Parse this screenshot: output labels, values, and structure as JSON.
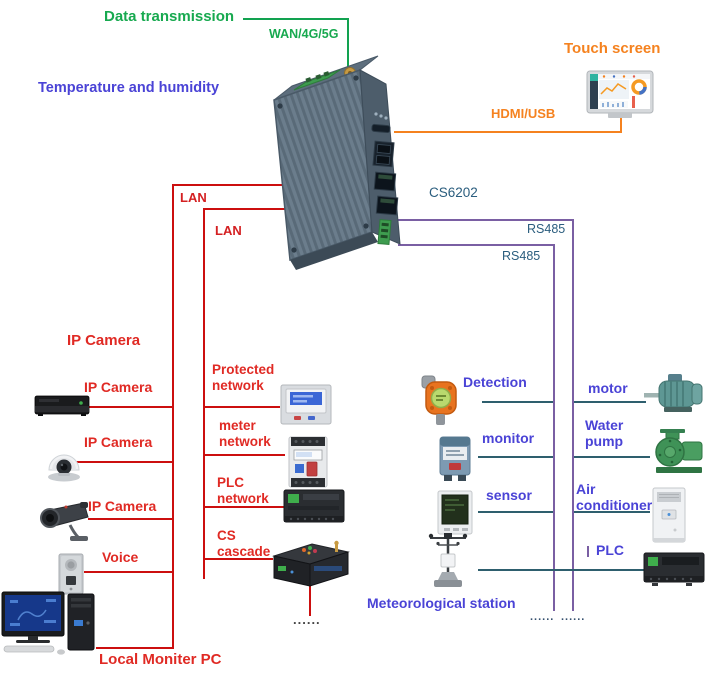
{
  "colors": {
    "red_label": "#e02a24",
    "red_line": "#cc0f0f",
    "green": "#17a94f",
    "orange": "#f5821f",
    "blue_label": "#4a43d6",
    "steel_blue": "#2a5d7e",
    "purple_line": "#7a5fa3",
    "teal_line": "#2e5f6e"
  },
  "header": {
    "data_transmission": "Data transmission",
    "wan_link": "WAN/4G/5G",
    "temperature_humidity": "Temperature and humidity",
    "touch_screen": "Touch screen",
    "hdmi_link": "HDMI/USB",
    "device_model": "CS6202"
  },
  "links": {
    "lan_1": "LAN",
    "lan_2": "LAN",
    "rs485_1": "RS485",
    "rs485_2": "RS485"
  },
  "camera_column": {
    "header": "IP Camera",
    "items": [
      {
        "label": "IP Camera",
        "device": "nvr"
      },
      {
        "label": "IP Camera",
        "device": "dome-camera"
      },
      {
        "label": "IP Camera",
        "device": "bullet-camera"
      },
      {
        "label": "Voice",
        "device": "door-intercom"
      },
      {
        "label": "Local Moniter PC",
        "device": "desktop-pc"
      }
    ]
  },
  "network_column": {
    "items": [
      {
        "label": "Protected\nnetwork",
        "device": "protection-relay"
      },
      {
        "label": "meter\nnetwork",
        "device": "energy-meter"
      },
      {
        "label": "PLC\nnetwork",
        "device": "plc-module"
      },
      {
        "label": "CS\ncascade",
        "device": "cascade-gateway"
      }
    ],
    "ellipsis": "......"
  },
  "sensor_column": {
    "items": [
      {
        "label": "Detection",
        "device": "gas-detector"
      },
      {
        "label": "monitor",
        "device": "monitor-device"
      },
      {
        "label": "sensor",
        "device": "panel-sensor"
      },
      {
        "label": "Meteorological station",
        "device": "weather-station"
      }
    ],
    "ellipsis_1": "......",
    "ellipsis_2": "......"
  },
  "actuator_column": {
    "items": [
      {
        "label": "motor",
        "device": "electric-motor"
      },
      {
        "label": "Water\npump",
        "device": "water-pump"
      },
      {
        "label": "Air\nconditioner",
        "device": "air-conditioner-cabinet"
      },
      {
        "label": "PLC",
        "device": "plc-controller"
      }
    ]
  }
}
